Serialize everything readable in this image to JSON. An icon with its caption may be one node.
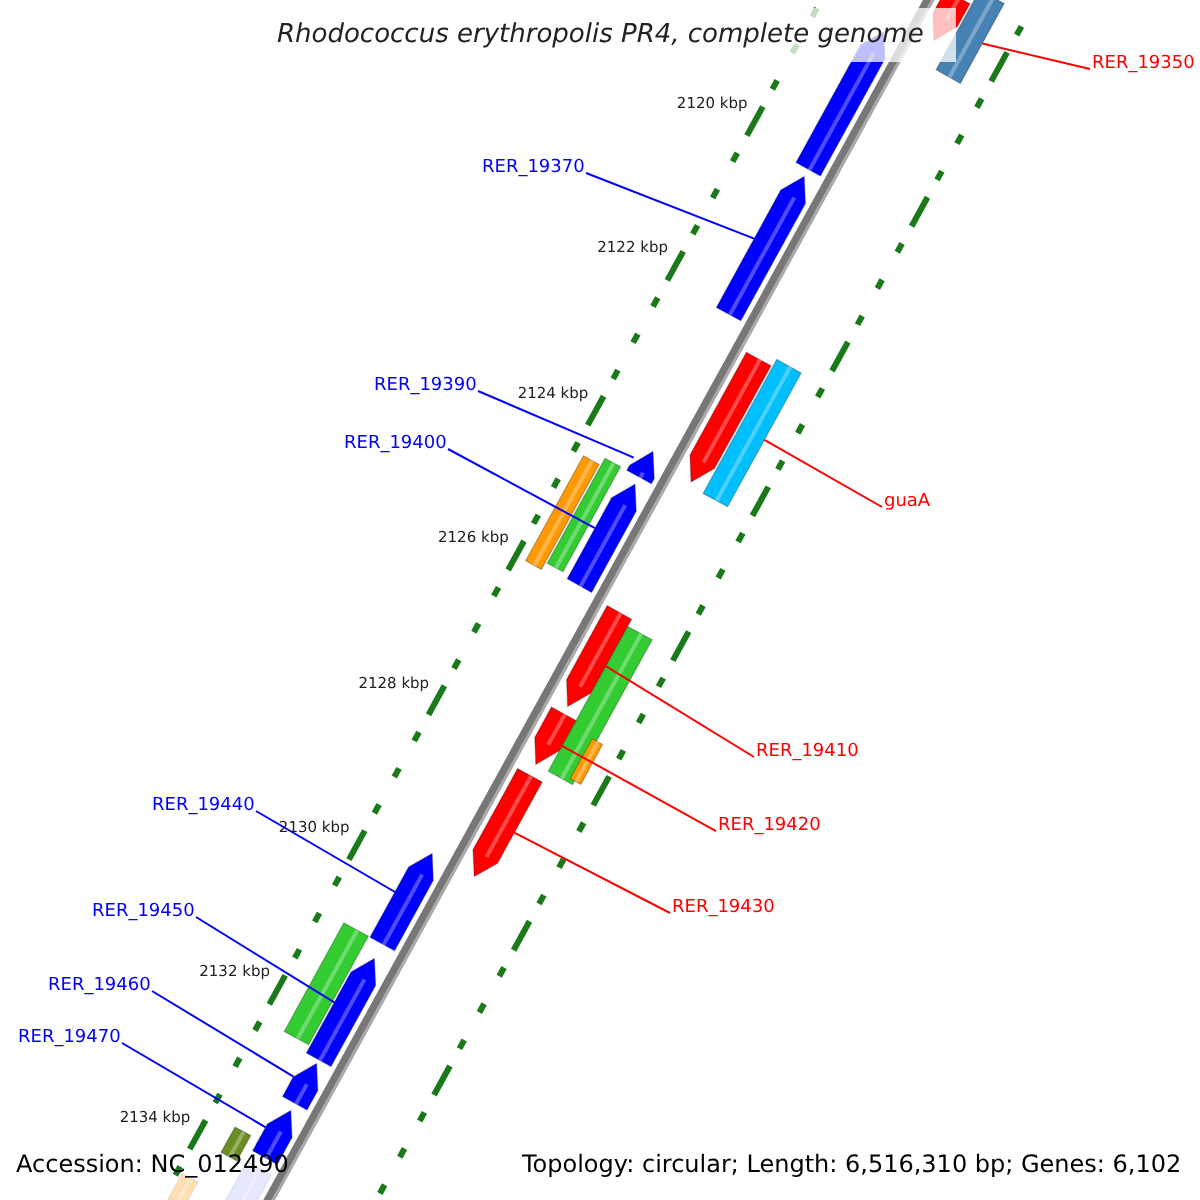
{
  "diagram": {
    "title": "Rhodococcus erythropolis PR4, complete genome",
    "nodes": [
      {
        "text": [
          "RER_19350"
        ]
      },
      {
        "text": [
          "RER_19370"
        ]
      },
      {
        "text": [
          "RER_19390"
        ]
      },
      {
        "text": [
          "RER_19400"
        ]
      },
      {
        "text": [
          "guaA"
        ]
      },
      {
        "text": [
          "RER_19410"
        ]
      },
      {
        "text": [
          "RER_19420"
        ]
      },
      {
        "text": [
          "RER_19430"
        ]
      },
      {
        "text": [
          "RER_19440"
        ]
      },
      {
        "text": [
          "RER_19450"
        ]
      },
      {
        "text": [
          "RER_19460"
        ]
      },
      {
        "text": [
          "RER_19470"
        ]
      },
      {
        "text": [],
        "shape": "arrow"
      },
      {
        "text": [],
        "shape": "bar"
      },
      {
        "text": [],
        "shape": "arrow"
      },
      {
        "text": [],
        "shape": "arrow"
      },
      {
        "text": [],
        "shape": "arrow"
      },
      {
        "text": [],
        "shape": "bar"
      },
      {
        "text": [],
        "shape": "bar"
      },
      {
        "text": [],
        "shape": "bar"
      },
      {
        "text": [],
        "shape": "arrow"
      },
      {
        "text": [],
        "shape": "arrow"
      },
      {
        "text": [],
        "shape": "arrow"
      },
      {
        "text": [],
        "shape": "bar"
      },
      {
        "text": [],
        "shape": "bar"
      },
      {
        "text": [],
        "shape": "arrow"
      },
      {
        "text": [],
        "shape": "arrow"
      },
      {
        "text": [],
        "shape": "arrow"
      },
      {
        "text": [],
        "shape": "bar"
      },
      {
        "text": [],
        "shape": "arrow"
      },
      {
        "text": [],
        "shape": "arrow"
      },
      {
        "text": [],
        "shape": "arrow"
      },
      {
        "text": [],
        "shape": "bar"
      },
      {
        "text": [],
        "shape": "bar"
      },
      {
        "text": [],
        "shape": "bar"
      }
    ],
    "edges": [
      {
        "from": 0,
        "to": 13,
        "arrow": "none",
        "color": "#ff0000"
      },
      {
        "from": 1,
        "to": 15,
        "arrow": "none"
      },
      {
        "from": 2,
        "to": 20,
        "arrow": "none"
      },
      {
        "from": 3,
        "to": 21,
        "arrow": "none"
      },
      {
        "from": 4,
        "to": 17,
        "arrow": "none",
        "color": "#ff0000"
      },
      {
        "from": 5,
        "to": 22,
        "arrow": "none",
        "color": "#ff0000"
      },
      {
        "from": 6,
        "to": 25,
        "arrow": "none",
        "color": "#ff0000"
      },
      {
        "from": 7,
        "to": 26,
        "arrow": "none",
        "color": "#ff0000"
      },
      {
        "from": 8,
        "to": 27,
        "arrow": "none"
      },
      {
        "from": 9,
        "to": 29,
        "arrow": "none"
      },
      {
        "from": 10,
        "to": 30,
        "arrow": "none"
      },
      {
        "from": 11,
        "to": 31,
        "arrow": "none"
      }
    ],
    "labels": [
      "2120 kbp",
      "2122 kbp",
      "2124 kbp",
      "2126 kbp",
      "2128 kbp",
      "2130 kbp",
      "2132 kbp",
      "2134 kbp",
      "Accession: NC_012490",
      "Topology: circular; Length: 6,516,310 bp; Genes: 6,102"
    ]
  }
}
